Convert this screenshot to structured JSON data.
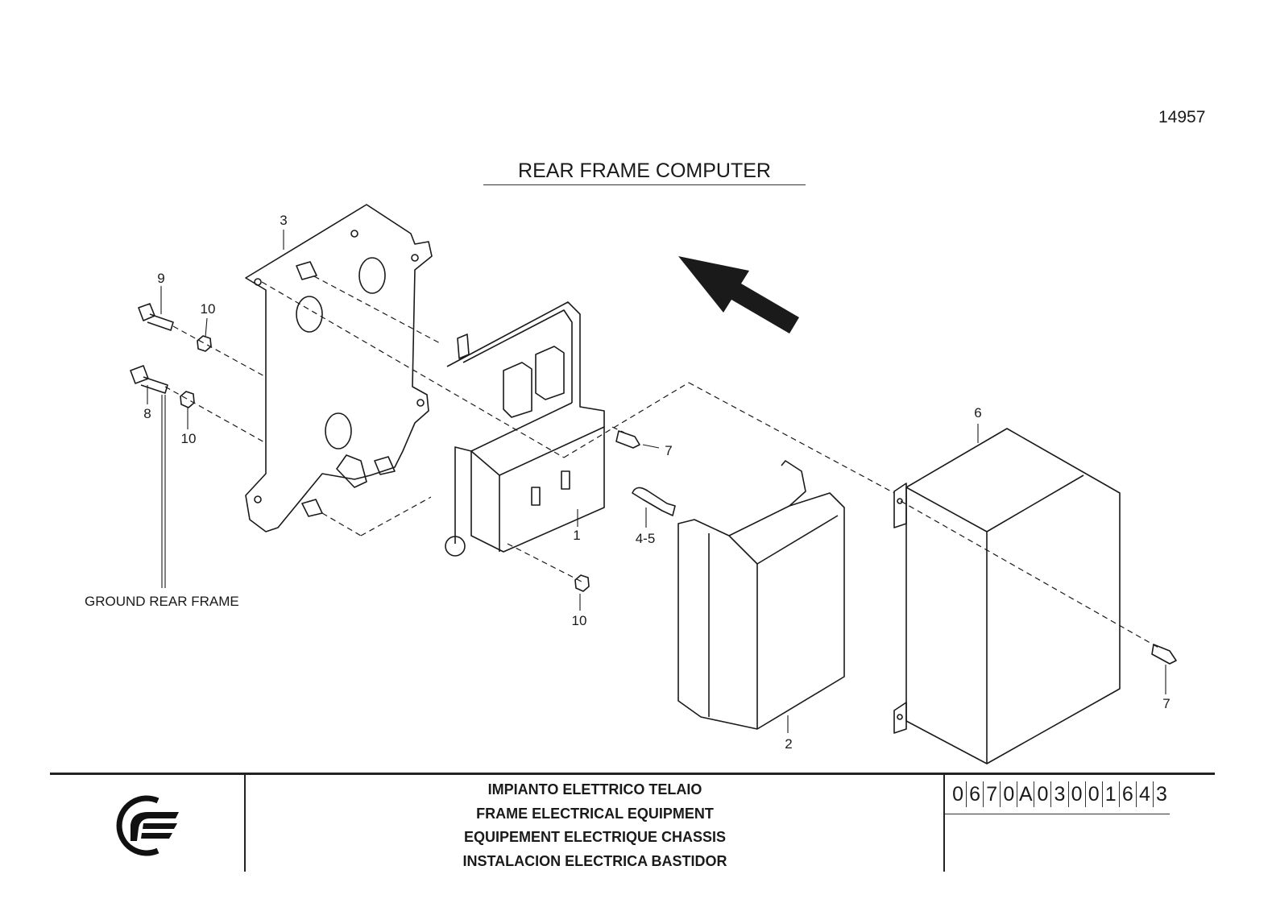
{
  "header": {
    "sheet_number": "14957",
    "title": "REAR FRAME COMPUTER"
  },
  "callouts": {
    "c3": "3",
    "c9": "9",
    "c10a": "10",
    "c8": "8",
    "c10b": "10",
    "c1": "1",
    "c7a": "7",
    "c45": "4-5",
    "c10c": "10",
    "c2": "2",
    "c6": "6",
    "c7b": "7"
  },
  "ground_label": "GROUND REAR FRAME",
  "title_block": {
    "logo": "manufacturer-logo",
    "descriptions": [
      "IMPIANTO ELETTRICO TELAIO",
      "FRAME ELECTRICAL EQUIPMENT",
      "EQUIPEMENT ELECTRIQUE CHASSIS",
      "INSTALACION ELECTRICA BASTIDOR"
    ],
    "part_code": [
      "0",
      "6",
      "7",
      "0",
      "A",
      "0",
      "3",
      "0",
      "0",
      "1",
      "6",
      "4",
      "3"
    ]
  }
}
